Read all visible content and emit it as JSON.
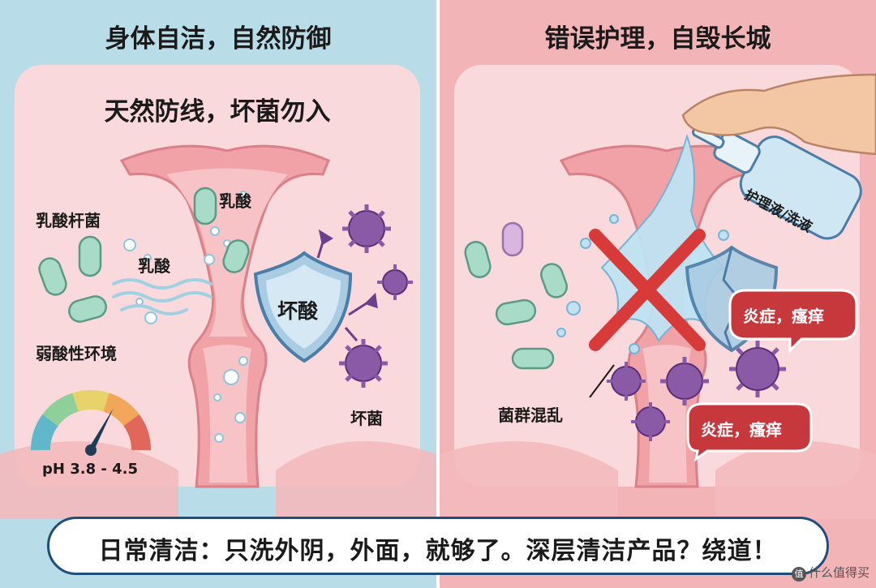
{
  "left_panel": {
    "title": "身体自洁，自然防御",
    "subtitle": "天然防线，坏菌勿入",
    "labels": {
      "lactobacillus": "乳酸杆菌",
      "lactic_acid_top": "乳酸",
      "lactic_acid_mid": "乳酸",
      "weak_acid_env": "弱酸性环境",
      "shield_text": "坏酸",
      "bad_bacteria": "坏菌",
      "ph_range": "pH 3.8 - 4.5"
    },
    "ph_gauge_colors": [
      "#5fb7c9",
      "#8fcf9a",
      "#e8d36a",
      "#f2a65a",
      "#e0675a"
    ]
  },
  "right_panel": {
    "title": "错误护理，自毁长城",
    "labels": {
      "bottle_label": "护理液/洗液",
      "flora_chaos": "菌群混乱",
      "inflammation_1": "炎症，瘙痒",
      "inflammation_2": "炎症，瘙痒"
    }
  },
  "banner": {
    "text": "日常清洁：只洗外阴，外面，就够了。深层清洁产品？绕道！"
  },
  "watermark": {
    "icon": "值",
    "text": "什么值得买"
  },
  "colors": {
    "left_bg": "#b9dde8",
    "right_bg": "#f3b4b8",
    "tissue": "#f0a2a6",
    "good_bacteria": "#a8dcc8",
    "bad_bacteria": "#8a5aa6",
    "shield": "#a9cce3",
    "cross": "#d83a3a",
    "bubble_red": "#c7383c",
    "banner_border": "#1e4f7a"
  }
}
